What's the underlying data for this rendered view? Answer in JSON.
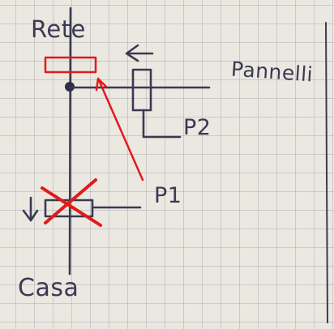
{
  "diagram": {
    "labels": {
      "grid": "Rete",
      "panels": "Pannelli",
      "house": "Casa",
      "p1": "P1",
      "p2": "P2"
    },
    "colors": {
      "ink": "#3a3a52",
      "annotation": "#e11a1a",
      "paper": "#ebe8e1",
      "grid_lines": "#9a9fae"
    }
  }
}
